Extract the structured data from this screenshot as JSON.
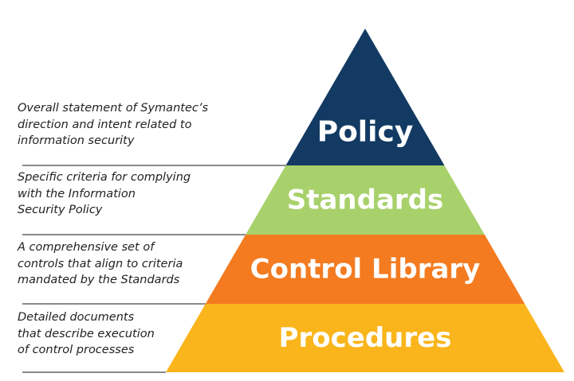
{
  "tiers": [
    {
      "label": "Policy",
      "color": "#123a63",
      "description": [
        "Overall statement of Symantec’s",
        "direction and intent related to",
        "information security"
      ]
    },
    {
      "label": "Standards",
      "color": "#a8d16b",
      "description": [
        "Specific criteria for complying",
        "with the Information",
        "Security Policy"
      ]
    },
    {
      "label": "Control Library",
      "color": "#f47b20",
      "description": [
        "A comprehensive set of",
        "controls that align to criteria",
        "mandated by the Standards"
      ]
    },
    {
      "label": "Procedures",
      "color": "#f9b51b",
      "description": [
        "Detailed documents",
        "that describe execution",
        "of control processes"
      ]
    }
  ],
  "colors": {
    "divider": "#444444",
    "label_text": "#ffffff",
    "description_text": "#222222"
  }
}
